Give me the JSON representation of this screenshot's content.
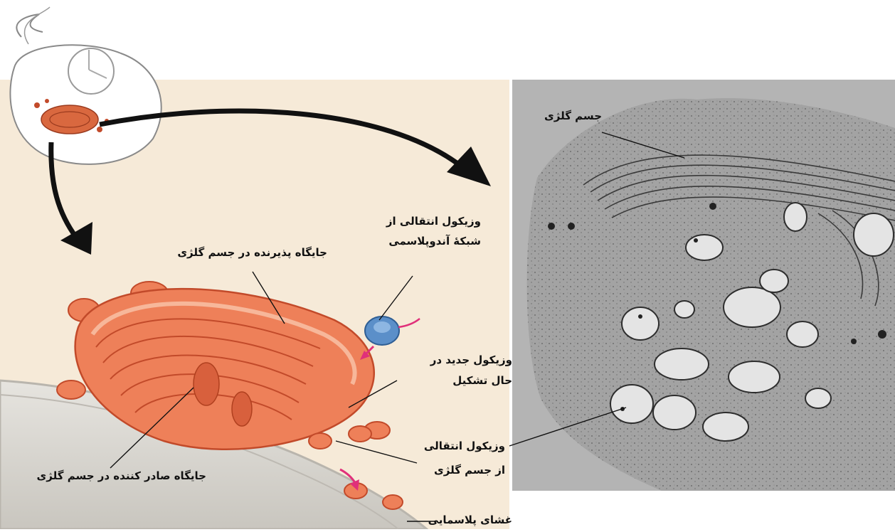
{
  "labels": {
    "golgi_body": "جسم گلژی",
    "transport_vesicle_er_line1": "وزیکول انتقالی از",
    "transport_vesicle_er_line2": "شبکهٔ آندوپلاسمی",
    "receiving_face": "جایگاه پذیرنده در جسم گلژی",
    "new_vesicle_line1": "وزیکول جدید در",
    "new_vesicle_line2": "حال تشکیل",
    "golgi_vesicle_line1": "وزیکول انتقالی",
    "golgi_vesicle_line2": "از جسم گلژی",
    "shipping_face": "جایگاه صادر کننده در جسم گلژی",
    "plasma_membrane": "غشای پلاسمایی"
  },
  "colors": {
    "panel_background": "#f6ead8",
    "golgi_orange": "#ee8059",
    "golgi_dark": "#c24a2a",
    "vesicle_blue": "#5b8fc9",
    "arrow_magenta": "#e0307a",
    "membrane_grey": "#d9d6ce",
    "micrograph_bg": "#9f9f9f"
  }
}
